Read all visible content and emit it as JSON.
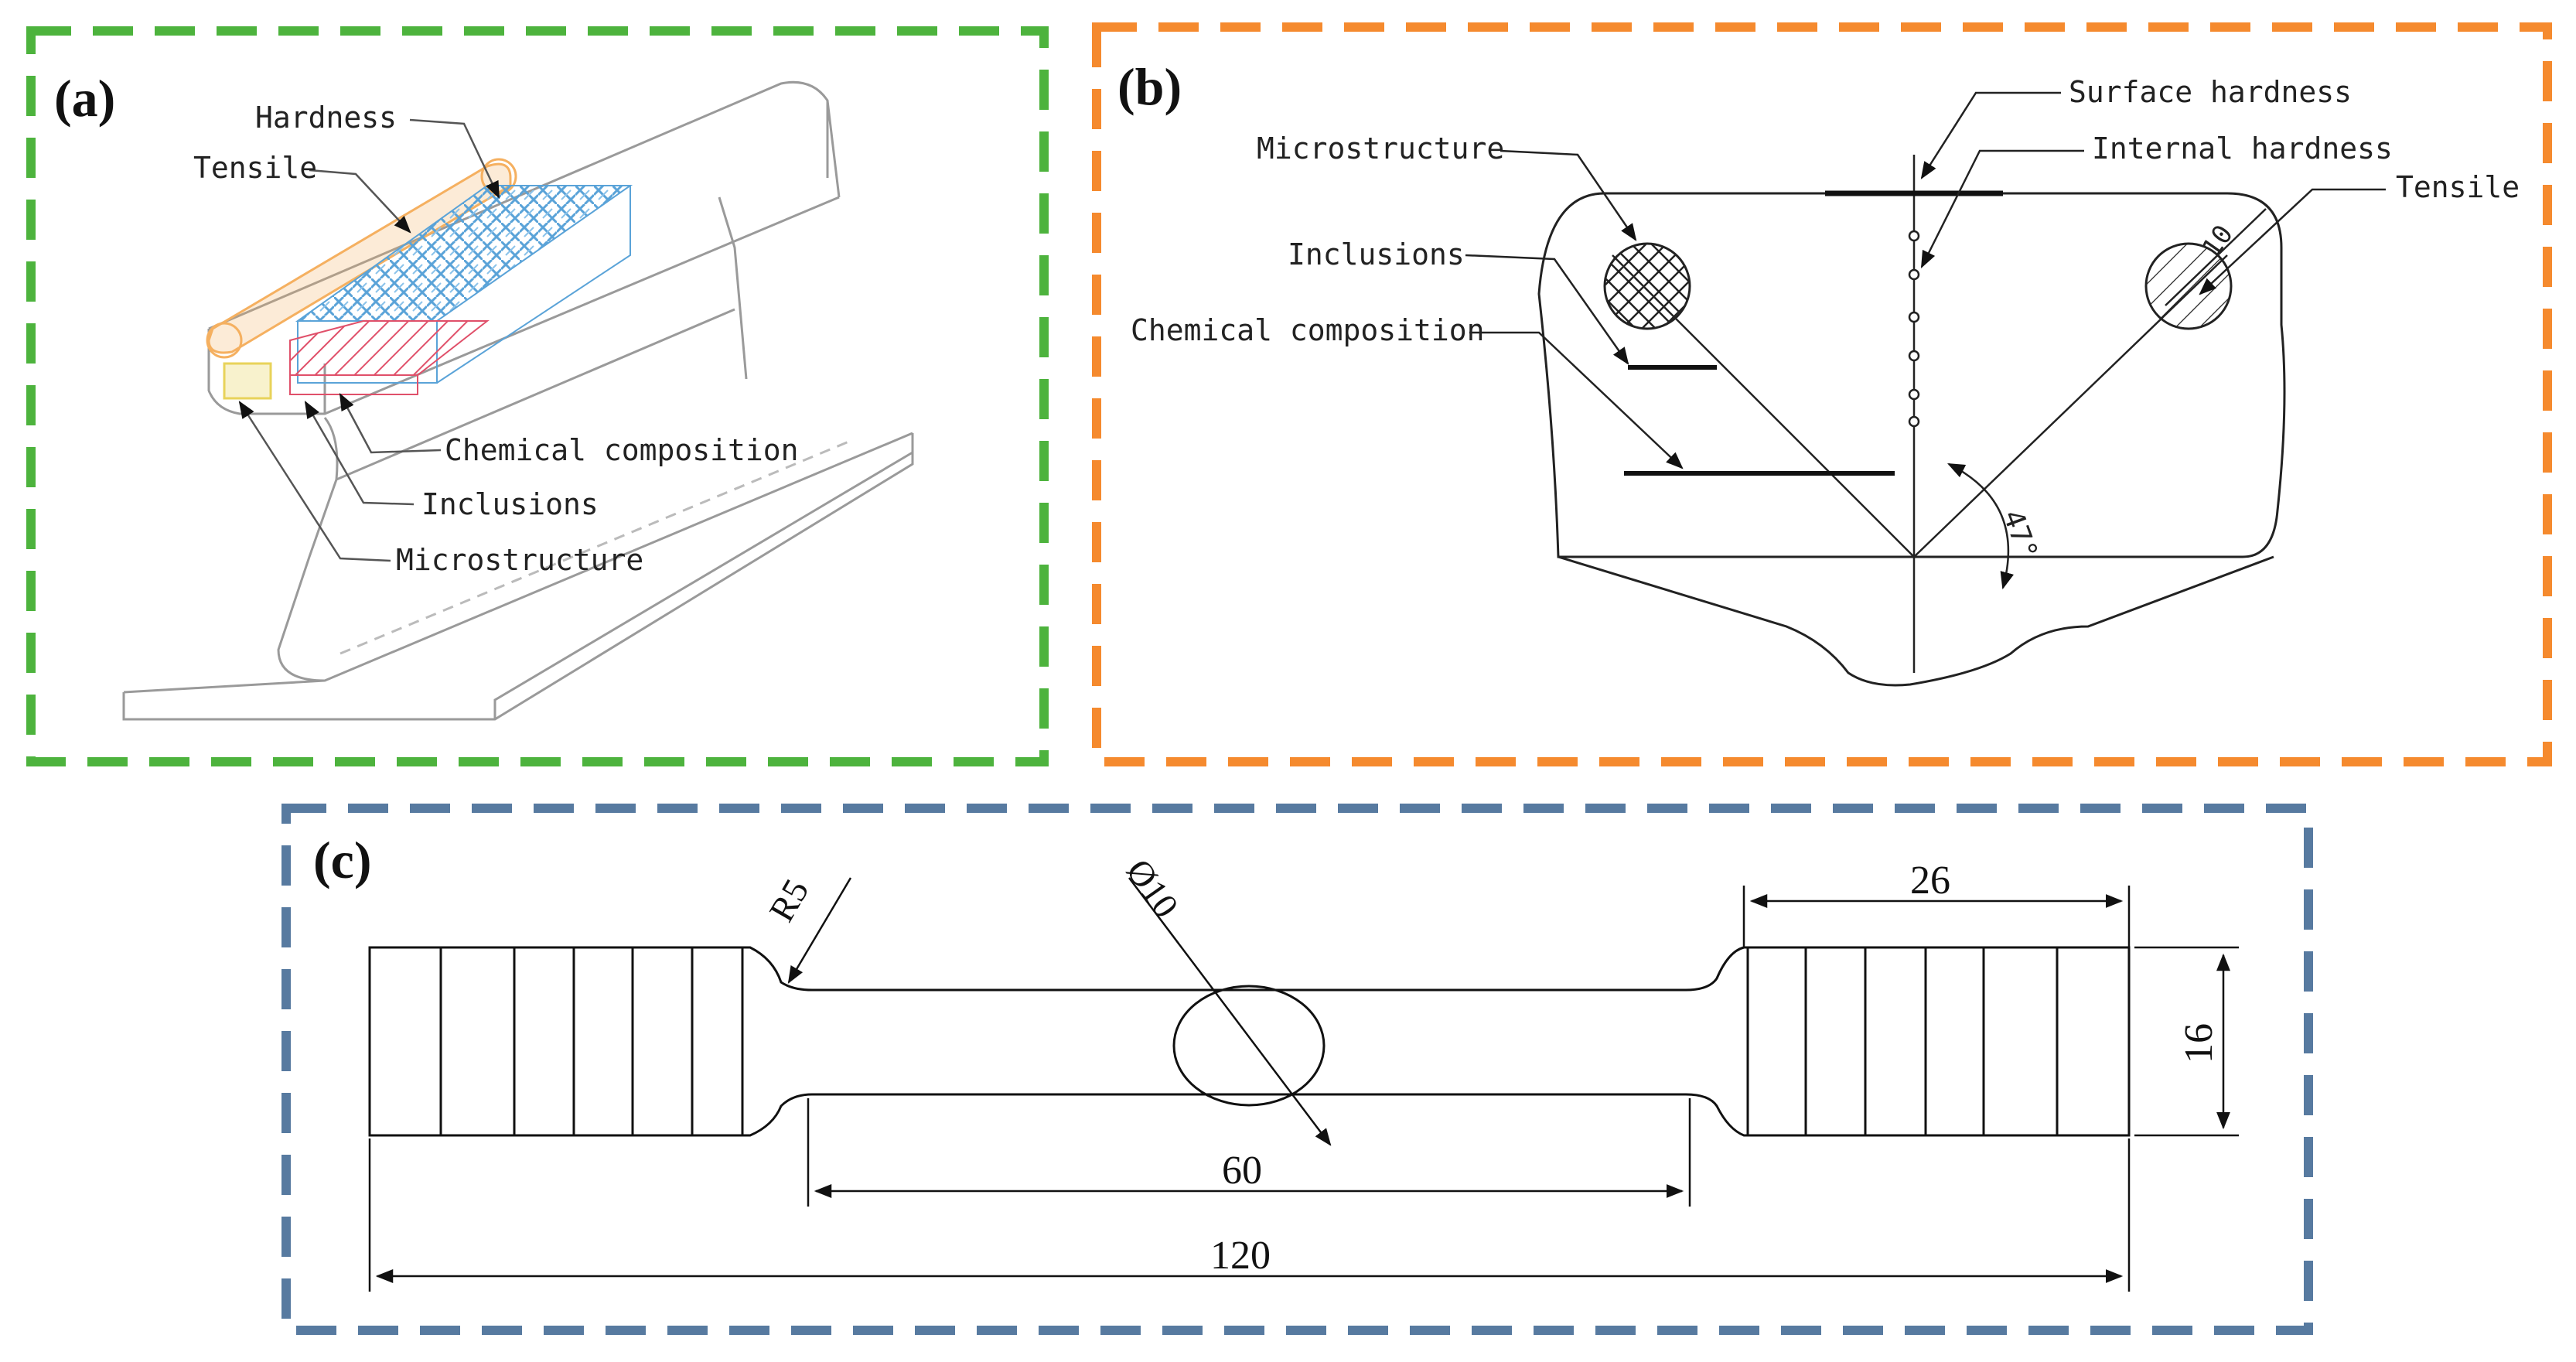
{
  "panels": {
    "a": {
      "label": "(a)",
      "border_color": "#4db33d",
      "labels": {
        "hardness": "Hardness",
        "tensile": "Tensile",
        "chemical_composition": "Chemical composition",
        "inclusions": "Inclusions",
        "microstructure": "Microstructure"
      }
    },
    "b": {
      "label": "(b)",
      "border_color": "#f58a2e",
      "labels": {
        "surface_hardness": "Surface hardness",
        "internal_hardness": "Internal hardness",
        "tensile": "Tensile",
        "microstructure": "Microstructure",
        "inclusions": "Inclusions",
        "chemical_composition": "Chemical composition",
        "diameter": "10",
        "angle": "47°"
      }
    },
    "c": {
      "label": "(c)",
      "border_color": "#577aa0",
      "dimensions": {
        "radius": "R5",
        "diameter": "Ø10",
        "grip_length": "26",
        "width": "16",
        "gauge_length": "60",
        "total_length": "120"
      }
    }
  },
  "colors": {
    "line": "#333333",
    "hatch_blue": "#5aa3d8",
    "hatch_red": "#e0506a",
    "orange_tint": "#f5b060",
    "yellow_tint": "#e8d35a"
  }
}
